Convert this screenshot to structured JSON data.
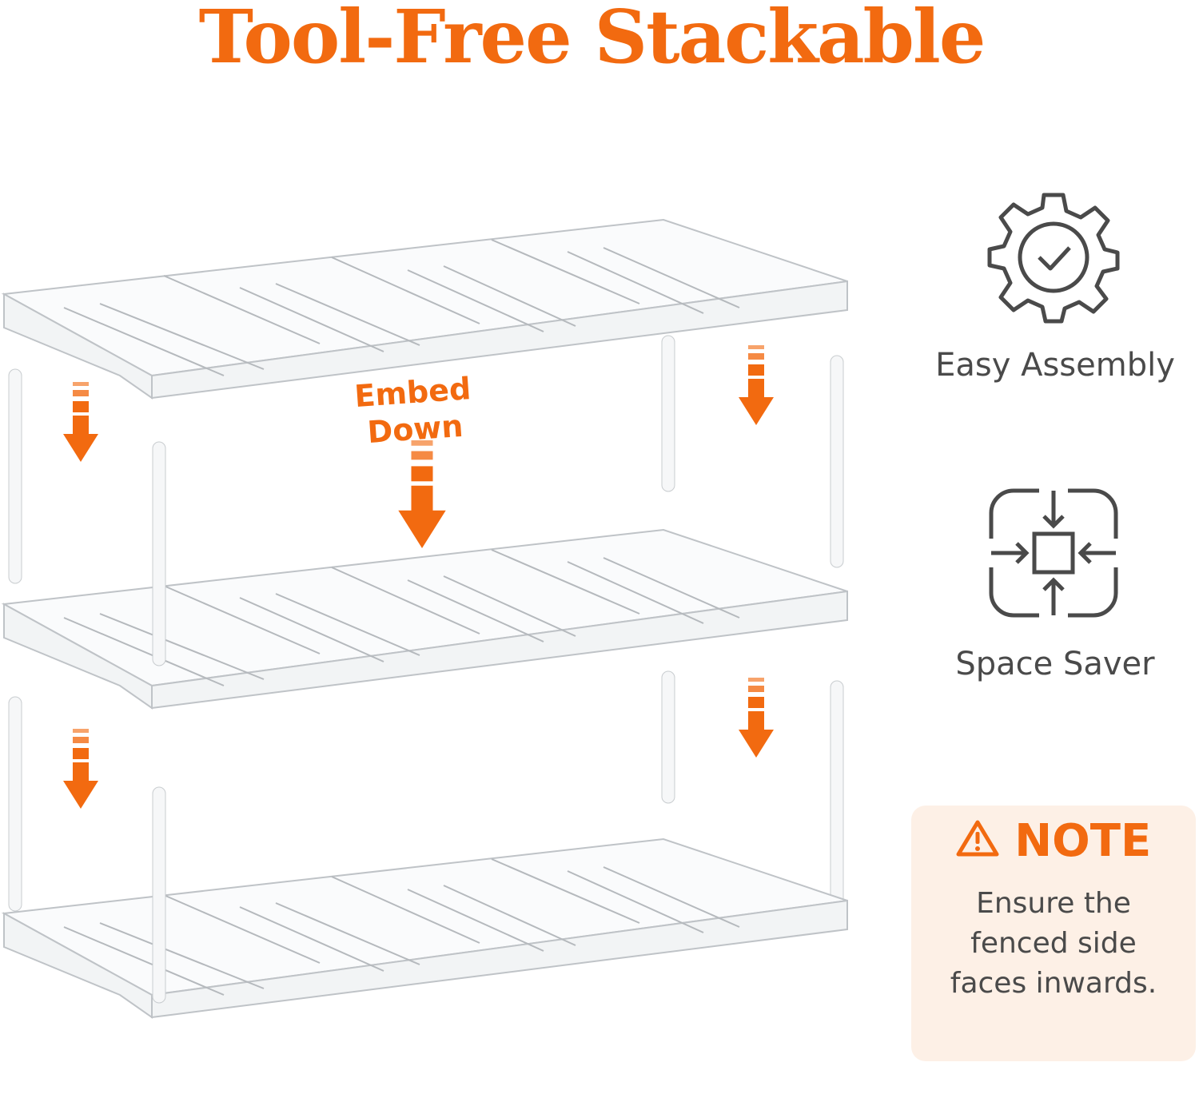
{
  "title": "Tool-Free Stackable",
  "embed_label": [
    "Embed",
    "Down"
  ],
  "features": [
    {
      "icon": "gear-check-icon",
      "label": "Easy Assembly"
    },
    {
      "icon": "compress-icon",
      "label": "Space Saver"
    }
  ],
  "note": {
    "icon": "warning-icon",
    "heading": "NOTE",
    "lines": [
      "Ensure the",
      "fenced side",
      "faces inwards."
    ]
  },
  "colors": {
    "accent": "#f26a10",
    "text": "#4a4a4a",
    "note_bg": "#fdf0e6"
  }
}
